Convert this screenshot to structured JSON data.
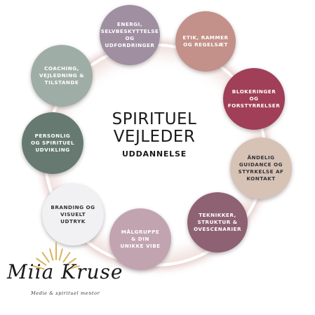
{
  "center": {
    "title_line1": "SPIRITUEL",
    "title_line2": "VEJLEDER",
    "subtitle": "UDDANNELSE"
  },
  "nodes": [
    {
      "lines": [
        "ENERGI,",
        "SELVBESKYTTELSE",
        "OG",
        "UDFORDRINGER"
      ],
      "color": "#a08fa1",
      "text_color": "#ffffff"
    },
    {
      "lines": [
        "ETIK, RAMMER",
        "OG REGELSÆT"
      ],
      "color": "#c39189",
      "text_color": "#ffffff"
    },
    {
      "lines": [
        "BLOKERINGER",
        "OG",
        "FORSTYRRELSER"
      ],
      "color": "#a03f57",
      "text_color": "#ffffff"
    },
    {
      "lines": [
        "ÅNDELIG",
        "GUIDANCE OG",
        "STYRKELSE AF",
        "KONTAKT"
      ],
      "color": "#d7c2b6",
      "text_color": "#333333"
    },
    {
      "lines": [
        "TEKNIKKER,",
        "STRUKTUR &",
        "OVESCENARIER"
      ],
      "color": "#8e6273",
      "text_color": "#ffffff"
    },
    {
      "lines": [
        "MÅLGRUPPE",
        "& DIN",
        "UNIKKE VIBE"
      ],
      "color": "#c2a4b1",
      "text_color": "#ffffff"
    },
    {
      "lines": [
        "BRANDING OG",
        "VISUELT",
        "UDTRYK"
      ],
      "color": "#f1f1f3",
      "text_color": "#333333"
    },
    {
      "lines": [
        "PERSONLIG",
        "OG SPIRITUEL",
        "UDVIKLING"
      ],
      "color": "#677a72",
      "text_color": "#ffffff"
    },
    {
      "lines": [
        "COACHING,",
        "VEJLEDNING &",
        "TILSTANDE"
      ],
      "color": "#9fada7",
      "text_color": "#ffffff"
    }
  ],
  "logo": {
    "script": "Miia Kruse",
    "tagline": "Medie & spirituel mentor",
    "accent": "#d9b45c"
  }
}
